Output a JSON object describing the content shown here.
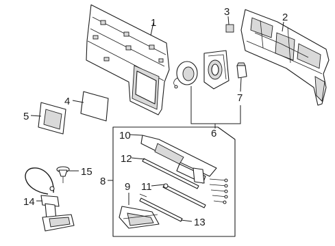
{
  "callouts": {
    "c1": "1",
    "c2": "2",
    "c3": "3",
    "c4": "4",
    "c5": "5",
    "c6": "6",
    "c7": "7",
    "c8": "8",
    "c9": "9",
    "c10": "10",
    "c11": "11",
    "c12": "12",
    "c13": "13",
    "c14": "14",
    "c15": "15"
  },
  "colors": {
    "line": "#1a1a1a",
    "background": "#ffffff",
    "shade": "#d9d9d9"
  }
}
